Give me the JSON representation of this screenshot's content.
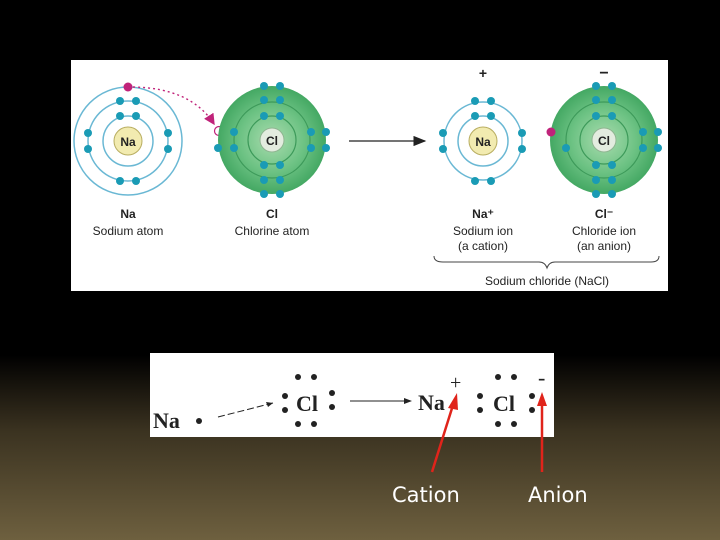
{
  "atom_diagram": {
    "sodium_atom": {
      "nucleus": "Na",
      "symbol": "Na",
      "name": "Sodium atom"
    },
    "chlorine_atom": {
      "nucleus": "Cl",
      "symbol": "Cl",
      "name": "Chlorine atom"
    },
    "sodium_ion": {
      "charge": "+",
      "nucleus": "Na",
      "symbol": "Na⁺",
      "name": "Sodium ion",
      "note": "(a cation)"
    },
    "chloride_ion": {
      "charge": "−",
      "nucleus": "Cl",
      "symbol": "Cl⁻",
      "name": "Chloride ion",
      "note": "(an anion)"
    },
    "compound": "Sodium chloride (NaCl)",
    "colors": {
      "electron": "#1a9bb5",
      "transferred_electron": "#c0237a",
      "chlorine_cloud": "#5cb878",
      "orbit": "#6ab8d4"
    }
  },
  "dot_diagram": {
    "na": "Na",
    "cl": "Cl",
    "ion_na": "Na",
    "ion_cl": "Cl",
    "plus": "+",
    "minus": "-"
  },
  "labels": {
    "cation": "Cation",
    "anion": "Anion",
    "arrow_color": "#e0241b"
  }
}
